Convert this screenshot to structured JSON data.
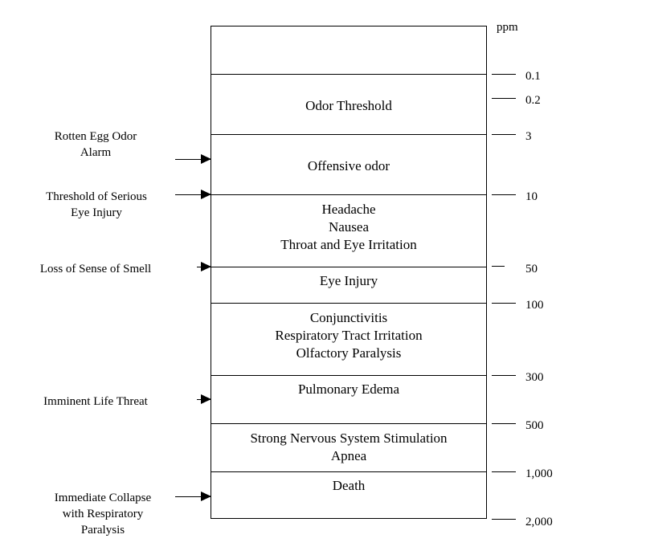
{
  "unit": "ppm",
  "bands": [
    {
      "lines": []
    },
    {
      "lines": [
        "Odor Threshold"
      ]
    },
    {
      "lines": [
        "Offensive odor"
      ]
    },
    {
      "lines": [
        "Headache",
        "Nausea",
        "Throat and Eye Irritation"
      ]
    },
    {
      "lines": [
        "Eye Injury"
      ]
    },
    {
      "lines": [
        "Conjunctivitis",
        "Respiratory Tract Irritation",
        "Olfactory Paralysis"
      ]
    },
    {
      "lines": [
        "Pulmonary Edema"
      ]
    },
    {
      "lines": [
        "Strong Nervous System Stimulation",
        "Apnea"
      ]
    },
    {
      "lines": [
        "Death"
      ]
    }
  ],
  "scale_ticks": [
    "0.1",
    "0.2",
    "3",
    "10",
    "50",
    "100",
    "300",
    "500",
    "1,000",
    "2,000"
  ],
  "annotations": [
    {
      "lines": [
        "Rotten Egg Odor",
        "Alarm"
      ]
    },
    {
      "lines": [
        "Threshold of Serious",
        "Eye Injury"
      ]
    },
    {
      "lines": [
        "Loss of Sense of Smell"
      ]
    },
    {
      "lines": [
        "Imminent Life Threat"
      ]
    },
    {
      "lines": [
        "Immediate Collapse",
        "with Respiratory",
        "Paralysis"
      ]
    }
  ]
}
